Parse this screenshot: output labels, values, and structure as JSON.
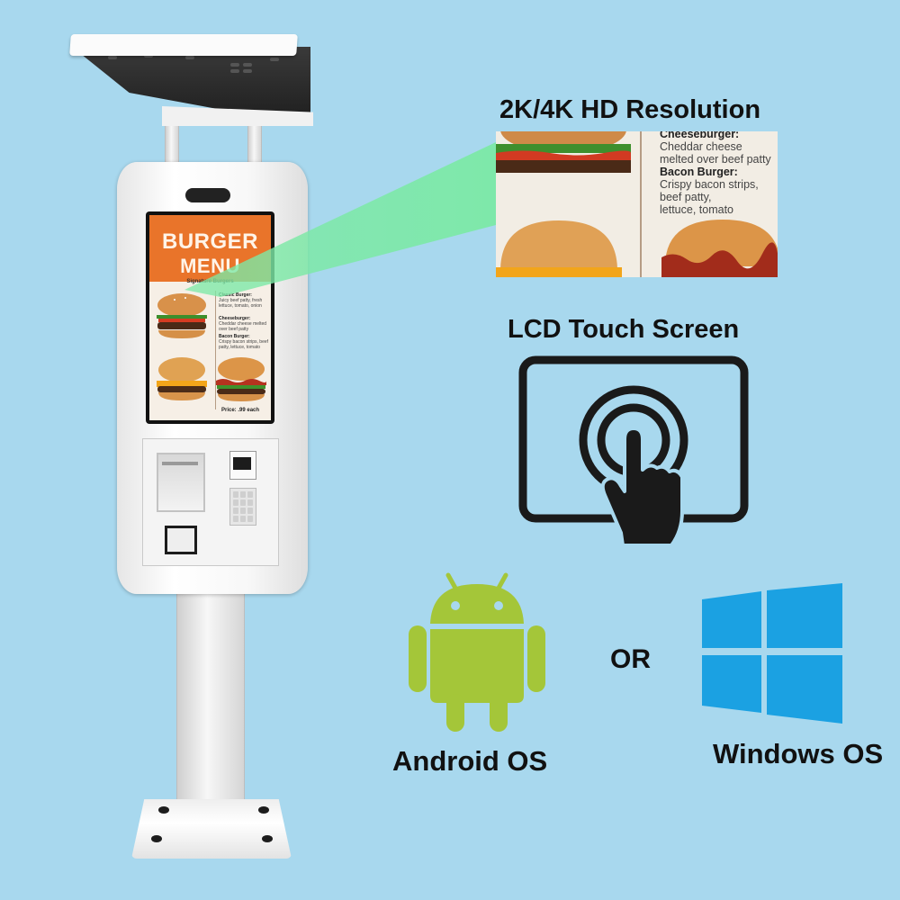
{
  "screen_menu": {
    "title_line1": "BURGER",
    "title_line2": "MENU",
    "subtitle": "Signature Burgers",
    "items": [
      {
        "name": "Classic Burger:",
        "desc": "Juicy beef patty, fresh lettuce, tomato, onion"
      },
      {
        "name": "Cheeseburger:",
        "desc": "Cheddar cheese melted over beef patty"
      },
      {
        "name": "Bacon Burger:",
        "desc": "Crispy bacon strips, beef patty, lettuce, tomato"
      }
    ],
    "price": "Price: .99 each"
  },
  "zoom_inset": {
    "line_partial": "Cheeseburger:",
    "line1": "Cheddar cheese",
    "line2": "melted over beef patty",
    "item_name": "Bacon Burger:",
    "line3": "Crispy bacon strips,",
    "line4": "beef patty,",
    "line5": "lettuce, tomato"
  },
  "features": {
    "resolution_label": "2K/4K HD Resolution",
    "touch_label": "LCD Touch Screen",
    "android_label": "Android OS",
    "or_label": "OR",
    "windows_label": "Windows OS"
  },
  "icons": {
    "touch": "hand-touch-screen-icon",
    "android": "android-robot-icon",
    "windows": "windows-logo-icon"
  },
  "colors": {
    "background": "#a8d8ee",
    "android_green": "#a4c639",
    "windows_blue": "#1ba1e2",
    "beam_green": "#7ce9a6",
    "menu_orange": "#e9742a"
  }
}
